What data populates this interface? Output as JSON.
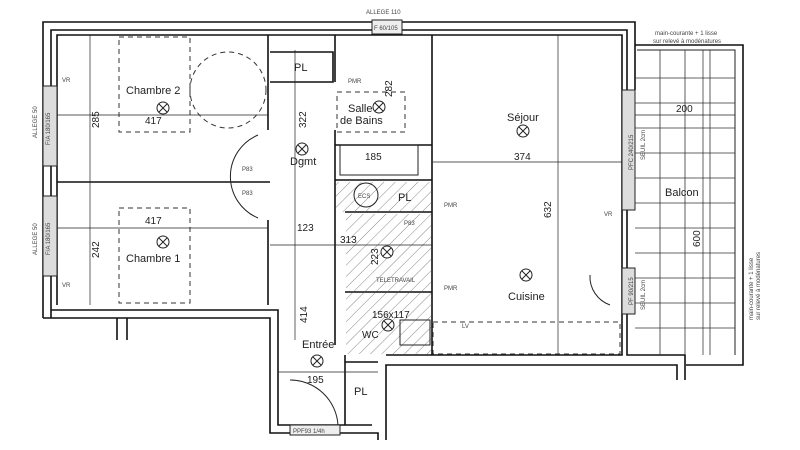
{
  "rooms": {
    "chambre2": "Chambre 2",
    "chambre1": "Chambre 1",
    "dgmt": "Dgmt",
    "salle_de_bains_1": "Salle",
    "salle_de_bains_2": "de Bains",
    "sejour": "Séjour",
    "cuisine": "Cuisine",
    "balcon": "Balcon",
    "entree": "Entrée",
    "wc": "WC",
    "teletravail": "TELETRAVAIL",
    "pl": "PL",
    "ecs": "ECS"
  },
  "dimensions": {
    "ch2_width": "417",
    "ch2_depth": "285",
    "ch1_width": "417",
    "ch1_depth": "242",
    "dgmt_len": "322",
    "bath_tub": "185",
    "bath_depth": "282",
    "sejour_width": "374",
    "sejour_depth": "632",
    "balcon_width": "200",
    "balcon_depth": "600",
    "corr_123": "123",
    "corr_313": "313",
    "tele_223": "223",
    "wc_size": "156x117",
    "entree_414": "414",
    "entree_195": "195"
  },
  "annotations": {
    "allege_top": "ALLEGE 110",
    "window_top": "F 60/105",
    "allege_left": "ALLEGE 50",
    "window_left": "F/A 180/165",
    "vr": "VR",
    "pmr": "PMR",
    "door_p83": "P83",
    "door_entry": "PPF93 1/4h",
    "window_sejour": "PFC 240/215",
    "seuil": "SEUIL 2cm",
    "window_cuisine": "PF 90/215",
    "railing": "main-courante + 1 lisse",
    "railing2": "sur relevé à modénatures",
    "lv": "LV"
  }
}
